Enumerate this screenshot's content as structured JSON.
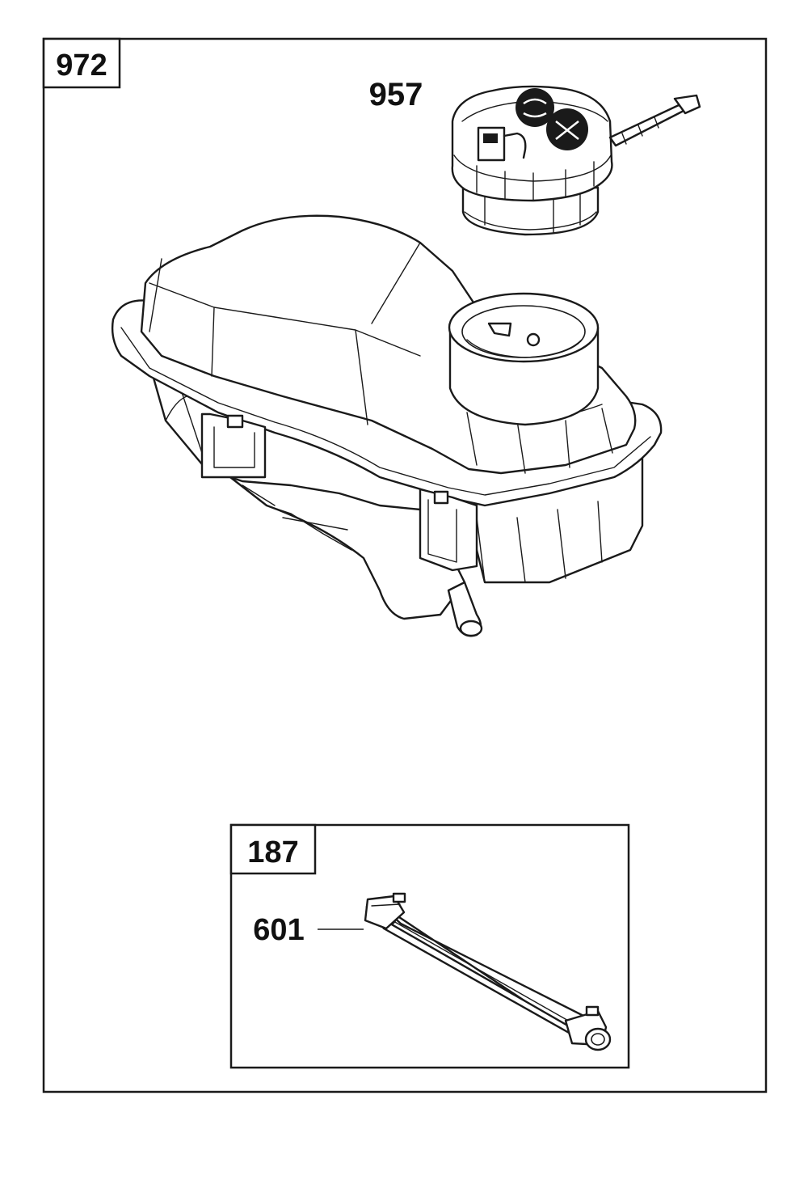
{
  "assembly": {
    "kit_number": "972"
  },
  "callouts": {
    "fuel_cap": "957",
    "fuel_line_kit": "187",
    "fuel_line": "601"
  },
  "icons": [
    "fuel-tank-diagram",
    "fuel-cap-diagram",
    "fuel-pump-icon",
    "fuel-line-diagram"
  ],
  "colors": {
    "line": "#1a1a1a",
    "background": "#ffffff"
  }
}
